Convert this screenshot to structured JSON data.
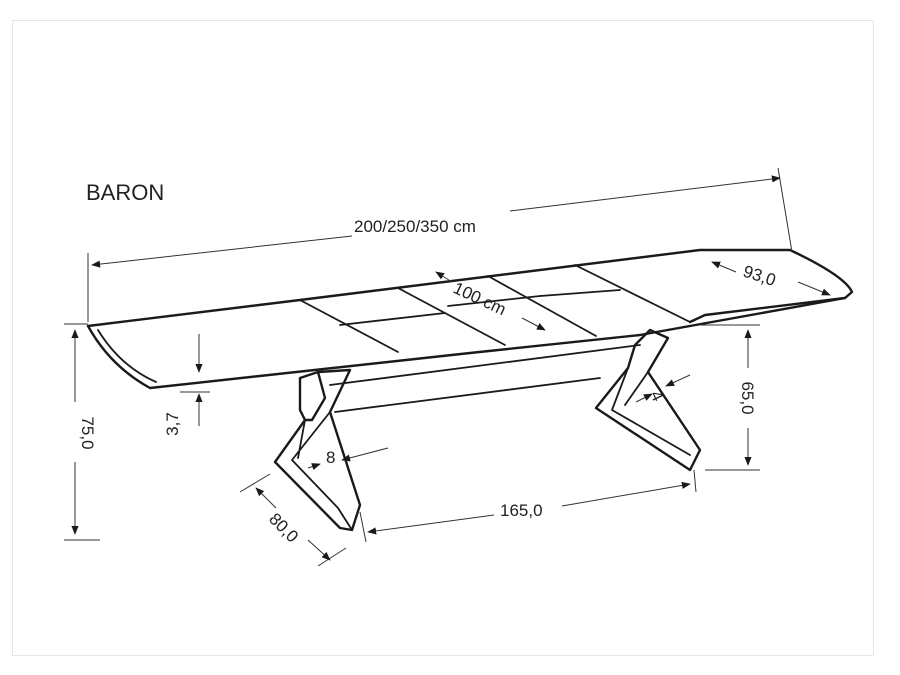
{
  "title": "BARON",
  "dimensions": {
    "length": "200/250/350 cm",
    "depth": "93,0",
    "extension": "100 cm",
    "height": "75,0",
    "top_thickness": "3,7",
    "leg_height": "65,0",
    "leg_thickness_a": "4",
    "leg_thickness_b": "8",
    "leg_depth": "80,0",
    "leg_span": "165,0"
  }
}
